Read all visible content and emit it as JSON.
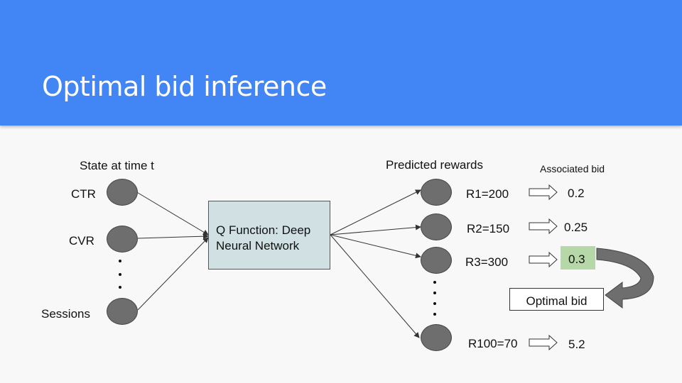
{
  "slide": {
    "title": "Optimal bid inference",
    "colors": {
      "header": "#4285f4",
      "node": "#6e6e6e",
      "qbox": "#d0e0e3",
      "highlight": "#b6d7a8"
    }
  },
  "inputs": {
    "heading": "State at time t",
    "items": [
      "CTR",
      "CVR",
      "Sessions"
    ]
  },
  "model": {
    "line1": "Q Function: Deep",
    "line2": "Neural Network"
  },
  "outputs": {
    "heading": "Predicted rewards",
    "bid_heading": "Associated bid",
    "rewards": [
      "R1=200",
      "R2=150",
      "R3=300",
      "R100=70"
    ],
    "bids": [
      "0.2",
      "0.25",
      "0.3",
      "5.2"
    ]
  },
  "optimal": {
    "label": "Optimal bid"
  }
}
